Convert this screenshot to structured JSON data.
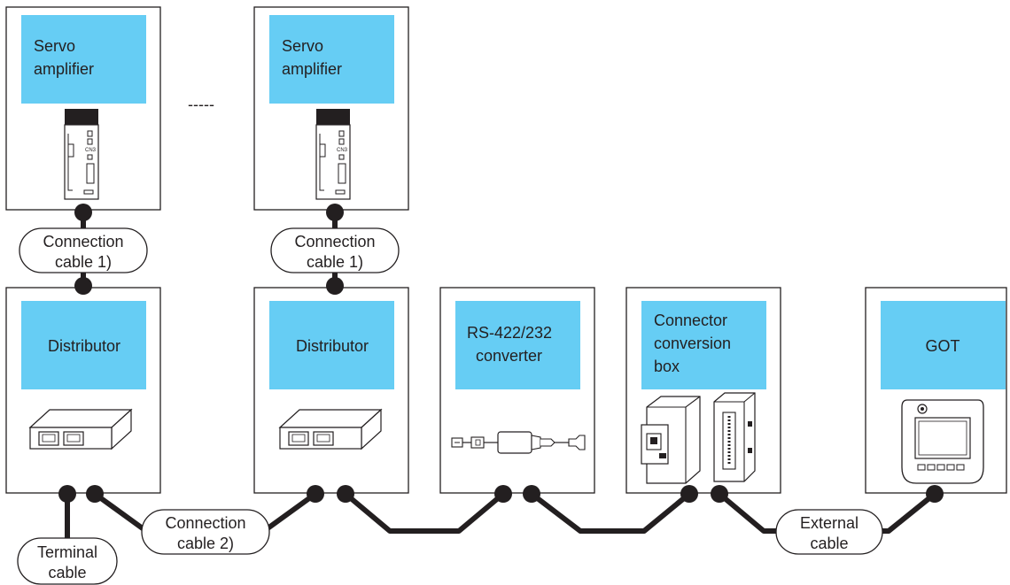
{
  "colors": {
    "label_fill": "#66cdf4",
    "stroke": "#231f20",
    "background": "#ffffff"
  },
  "devices": {
    "servo1": {
      "line1": "Servo",
      "line2": "amplifier",
      "icon": "servo-amplifier-icon"
    },
    "servo2": {
      "line1": "Servo",
      "line2": "amplifier",
      "icon": "servo-amplifier-icon"
    },
    "distributor1": {
      "label": "Distributor",
      "icon": "distributor-icon"
    },
    "distributor2": {
      "label": "Distributor",
      "icon": "distributor-icon"
    },
    "converter": {
      "line1": "RS-422/232",
      "line2": "converter",
      "icon": "rs422-232-converter-icon"
    },
    "conversion_box": {
      "line1": "Connector",
      "line2": "conversion",
      "line3": "box",
      "icon": "connector-conversion-box-icon"
    },
    "got": {
      "label": "GOT",
      "icon": "got-terminal-icon"
    }
  },
  "ellipsis": "-----",
  "cables": {
    "conn1_a": {
      "line1": "Connection",
      "line2": "cable 1)"
    },
    "conn1_b": {
      "line1": "Connection",
      "line2": "cable 1)"
    },
    "conn2": {
      "line1": "Connection",
      "line2": "cable 2)"
    },
    "external": {
      "line1": "External",
      "line2": "cable"
    },
    "terminal": {
      "line1": "Terminal",
      "line2": "cable"
    }
  }
}
